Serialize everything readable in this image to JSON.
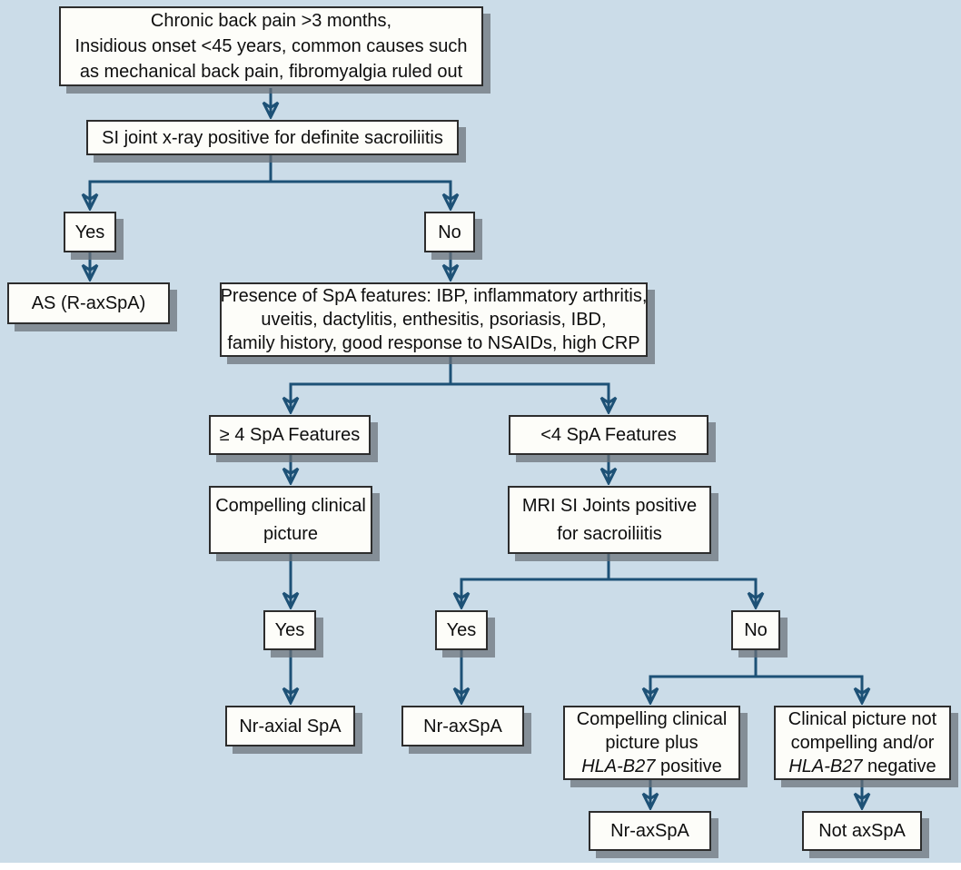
{
  "figure_title": "Axial spondyloarthritis diagnostic flowchart",
  "colors": {
    "background": "#cbdce8",
    "arrow": "#1d5176",
    "box_fill": "#fdfdf9",
    "box_border": "#2d2d2d",
    "box_shadow": "#9aa1a7",
    "text": "#0e0e0e"
  },
  "nodes": {
    "chronic": {
      "lines": [
        "Chronic back pain >3 months,",
        "Insidious onset <45 years, common causes such",
        "as mechanical back pain, fibromyalgia ruled out"
      ]
    },
    "xray": {
      "label": "SI joint x-ray positive for definite sacroiliitis"
    },
    "yes1": {
      "label": "Yes"
    },
    "no1": {
      "label": "No"
    },
    "as": {
      "label": "AS (R-axSpA)"
    },
    "presence": {
      "lines": [
        "Presence of SpA features: IBP, inflammatory arthritis,",
        "uveitis, dactylitis, enthesitis, psoriasis, IBD,",
        "family history, good response to NSAIDs, high CRP"
      ]
    },
    "ge4": {
      "label": "≥ 4 SpA Features"
    },
    "lt4": {
      "label": "<4 SpA Features"
    },
    "compelling": {
      "lines": [
        "Compelling clinical",
        "picture"
      ]
    },
    "mri": {
      "lines": [
        "MRI SI Joints positive",
        "for sacroiliitis"
      ]
    },
    "yes_compelling": {
      "label": "Yes"
    },
    "yes_mri": {
      "label": "Yes"
    },
    "no_mri": {
      "label": "No"
    },
    "nr_axial": {
      "label": "Nr-axial SpA"
    },
    "nr_axspa_mri": {
      "label": "Nr-axSpA"
    },
    "hla_pos": {
      "line1": "Compelling clinical",
      "line2": "picture plus",
      "line3_italic": "HLA-B27",
      "line3_rest": " positive"
    },
    "hla_neg": {
      "line1": "Clinical picture not",
      "line2": "compelling and/or",
      "line3_italic": "HLA-B27",
      "line3_rest": " negative"
    },
    "nr_axspa_hla": {
      "label": "Nr-axSpA"
    },
    "not_axspa": {
      "label": "Not axSpA"
    }
  }
}
